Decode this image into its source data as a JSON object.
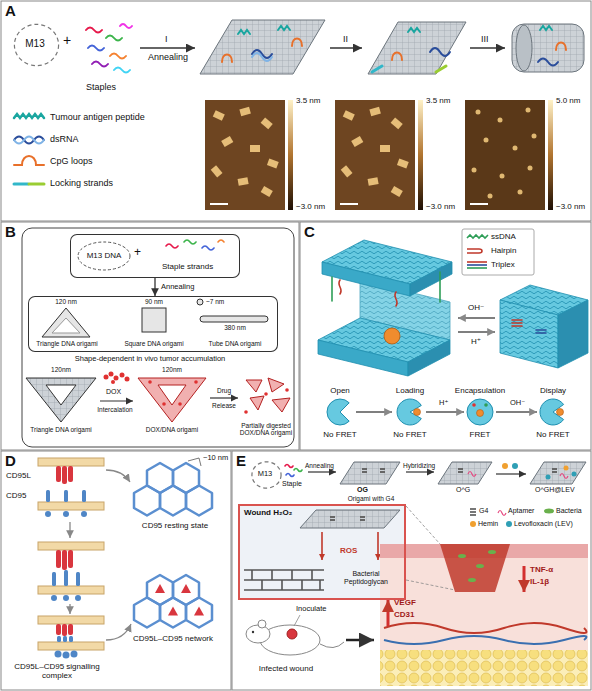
{
  "diagram": {
    "nodes": [
      {
        "text": [
          "A"
        ]
      },
      {
        "text": [
          "M13"
        ],
        "in": 0
      },
      {
        "text": [
          "B"
        ]
      },
      {
        "text": [
          "M13 DNA",
          "+",
          "Staple strands"
        ],
        "in": 2
      },
      {
        "text": [
          "120 nm",
          "Triangle DNA origami",
          "90 nm",
          "Square DNA origami",
          "~7 nm",
          "380 nm",
          "Tube DNA origami"
        ],
        "in": 2
      },
      {
        "text": [
          "C"
        ]
      },
      {
        "text": [
          "D"
        ]
      },
      {
        "text": [
          "E"
        ]
      },
      {
        "text": [
          "M13"
        ],
        "in": 7
      },
      {
        "text": [
          "Wound H₂O₂",
          "ROS",
          "Bacterial Peptidoglycan"
        ],
        "in": 7
      }
    ],
    "edges": [
      {
        "from": 3,
        "to": 4,
        "label": "Annealing",
        "arrow": "to"
      }
    ],
    "labels": [
      "+",
      "Staples",
      "I",
      "Annealing",
      "II",
      "III",
      "3.5 nm",
      "−3.0 nm",
      "3.5 nm",
      "−3.0 nm",
      "5.0 nm",
      "−3.0 nm",
      "Shape-dependent in vivo tumor accumulation",
      "120nm",
      "Triangle DNA origami",
      "DOX",
      "Intercalation",
      "120nm",
      "DOX/DNA origami",
      "Drug",
      "Release",
      "Partially digested DOX/DNA origami",
      "OH⁻",
      "H⁺",
      "Open",
      "Loading",
      "Encapsulation",
      "Display",
      "No FRET",
      "No FRET",
      "FRET",
      "No FRET",
      "H⁺",
      "OH⁻",
      "CD95L",
      "CD95",
      "CD95 resting state",
      "~10 nm",
      "CD95L–CD95 signalling complex",
      "CD95L–CD95 network",
      "Staple",
      "Annealing",
      "Hybridizing",
      "OG",
      "Origami with G4",
      "O^G",
      "O^GH@LEV",
      "Inoculate",
      "Infected wound",
      "VEGF",
      "CD31",
      "TNF-α",
      "IL-1β"
    ],
    "legend": [
      {
        "text": "Tumour antigen peptide"
      },
      {
        "text": "dsRNA"
      },
      {
        "text": "CpG loops"
      },
      {
        "text": "Locking strands"
      },
      {
        "text": "ssDNA"
      },
      {
        "text": "Hairpin"
      },
      {
        "text": "Triplex"
      },
      {
        "text": "G4"
      },
      {
        "text": "Aptamer"
      },
      {
        "text": "Bacteria"
      },
      {
        "text": "Hemin",
        "color": "#f0a030"
      },
      {
        "text": "Levofloxacin (LEV)",
        "color": "#2f9fb5"
      }
    ]
  }
}
